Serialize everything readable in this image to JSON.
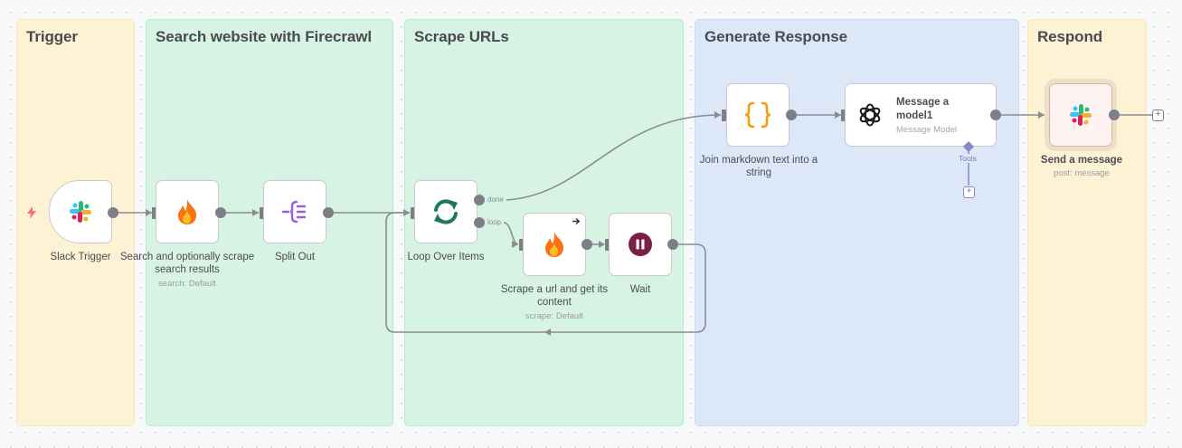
{
  "frames": [
    {
      "title": "Trigger",
      "color": "yellow"
    },
    {
      "title": "Search website with Firecrawl",
      "color": "green"
    },
    {
      "title": "Scrape URLs",
      "color": "green"
    },
    {
      "title": "Generate Response",
      "color": "blue"
    },
    {
      "title": "Respond",
      "color": "yellow"
    }
  ],
  "nodes": {
    "slack_trigger": {
      "label": "Slack Trigger",
      "icon": "slack-icon"
    },
    "search": {
      "label": "Search and optionally scrape search results",
      "sub": "search: Default",
      "icon": "firecrawl-icon"
    },
    "split_out": {
      "label": "Split Out",
      "icon": "split-out-icon"
    },
    "loop": {
      "label": "Loop Over Items",
      "icon": "loop-icon",
      "outputs": [
        "done",
        "loop"
      ]
    },
    "scrape": {
      "label": "Scrape a url and get its content",
      "sub": "scrape: Default",
      "icon": "firecrawl-icon"
    },
    "wait": {
      "label": "Wait",
      "icon": "pause-icon"
    },
    "join": {
      "label": "Join markdown text into a string",
      "icon": "code-braces-icon"
    },
    "message_model": {
      "title": "Message a model1",
      "sub": "Message Model",
      "icon": "openai-icon",
      "tools_label": "Tools"
    },
    "send_message": {
      "label": "Send a message",
      "sub": "post: message",
      "icon": "slack-icon"
    }
  },
  "colors": {
    "handle": "#7e7e86",
    "edge": "#8b8b92",
    "firecrawl": "#f97316",
    "loop": "#1e7a55",
    "wait": "#7a1f45",
    "code": "#f59e0b",
    "split": "#9b5de5",
    "tools": "#8a86c7"
  }
}
